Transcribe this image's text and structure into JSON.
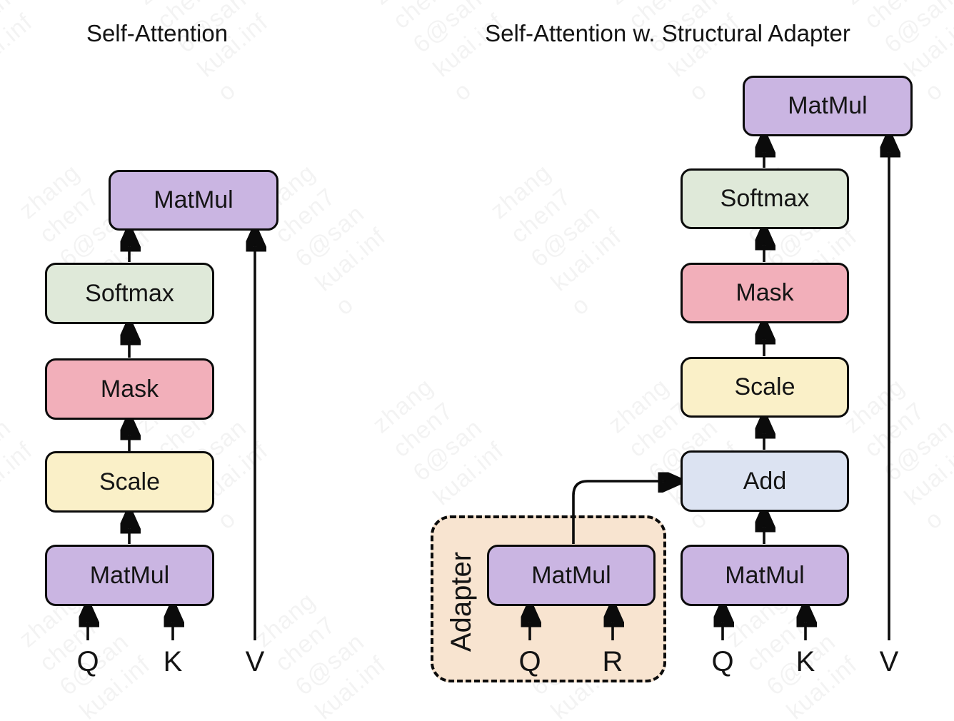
{
  "watermark": {
    "lines": [
      "zhang",
      "chen7",
      "6@san",
      "kuai.inf",
      "o"
    ]
  },
  "colors": {
    "purple": "#cab5e2",
    "green": "#dfe9d9",
    "pink": "#f2afba",
    "yellow": "#faf0c8",
    "blue": "#dce3f2",
    "peach": "#f8e4d0",
    "line": "#0b0b0b"
  },
  "left": {
    "title": "Self-Attention",
    "matmul_top": "MatMul",
    "softmax": "Softmax",
    "mask": "Mask",
    "scale": "Scale",
    "matmul_bottom": "MatMul",
    "input_q": "Q",
    "input_k": "K",
    "input_v": "V"
  },
  "right": {
    "title": "Self-Attention w. Structural Adapter",
    "matmul_top": "MatMul",
    "softmax": "Softmax",
    "mask": "Mask",
    "scale": "Scale",
    "add": "Add",
    "matmul_main": "MatMul",
    "input_q": "Q",
    "input_k": "K",
    "input_v": "V",
    "adapter": {
      "label": "Adapter",
      "matmul": "MatMul",
      "input_q": "Q",
      "input_r": "R"
    }
  }
}
